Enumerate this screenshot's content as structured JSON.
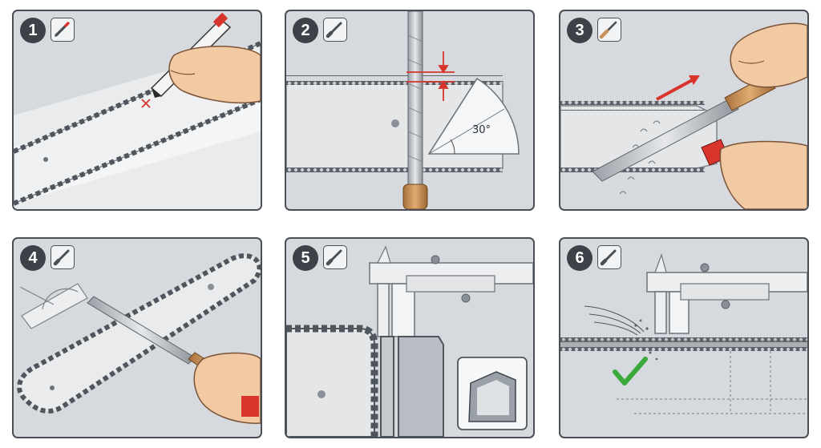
{
  "panels": [
    {
      "step": "1",
      "tool_icon": "marker-pen-icon"
    },
    {
      "step": "2",
      "tool_icon": "file-icon",
      "angle_label": "30°"
    },
    {
      "step": "3",
      "tool_icon": "file-handle-icon"
    },
    {
      "step": "4",
      "tool_icon": "file-icon"
    },
    {
      "step": "5",
      "tool_icon": "file-icon"
    },
    {
      "step": "6",
      "tool_icon": "file-icon"
    }
  ],
  "colors": {
    "panel_bg": "#d6d9dd",
    "outline": "#4a4f56",
    "accent_red": "#d8342c",
    "check_green": "#3aa83a",
    "handle_wood": "#c8935a"
  }
}
